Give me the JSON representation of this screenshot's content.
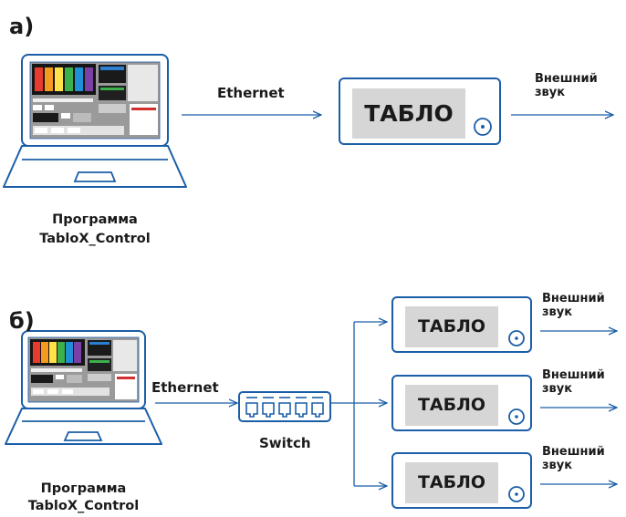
{
  "diagram": {
    "colors": {
      "stroke": "#1b5ea8",
      "screen_bg": "#111111",
      "panel_gray": "#d6d6d6",
      "text": "#1a1a1a",
      "color_bars": [
        "#e63b2e",
        "#f39a1f",
        "#ffe14a",
        "#3cb04a",
        "#1f8fd6",
        "#7b3fa6"
      ]
    },
    "section_a": {
      "label": "а)",
      "computer_caption_line1": "Программа",
      "computer_caption_line2": "TabloX_Control",
      "link_label": "Ethernet",
      "tablo_label": "ТАБЛО",
      "output_label_line1": "Внешний",
      "output_label_line2": "звук"
    },
    "section_b": {
      "label": "б)",
      "computer_caption_line1": "Программа",
      "computer_caption_line2": "TabloX_Control",
      "link_label": "Ethernet",
      "switch_label": "Switch",
      "tablos": [
        {
          "label": "ТАБЛО",
          "output_line1": "Внешний",
          "output_line2": "звук"
        },
        {
          "label": "ТАБЛО",
          "output_line1": "Внешний",
          "output_line2": "звук"
        },
        {
          "label": "ТАБЛО",
          "output_line1": "Внешний",
          "output_line2": "звук"
        }
      ]
    }
  }
}
